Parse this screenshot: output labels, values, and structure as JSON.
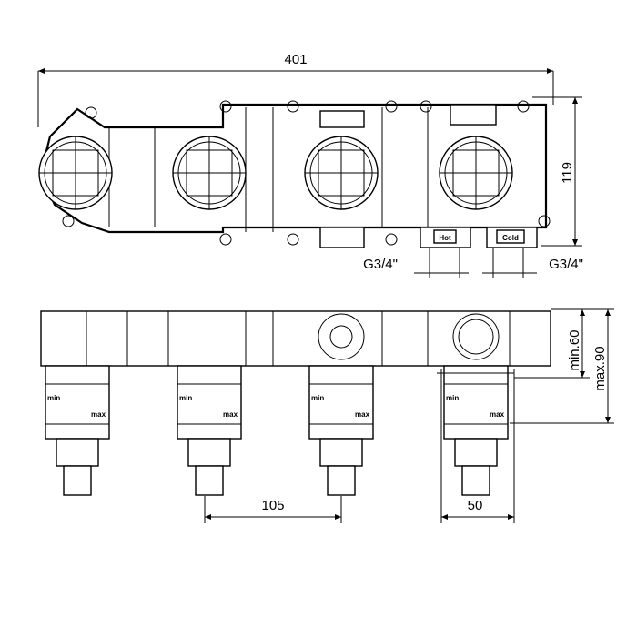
{
  "dimensions": {
    "overall_width": "401",
    "height_top": "119",
    "inlet_left": "G3/4\"",
    "inlet_right": "G3/4\"",
    "min_depth": "min.60",
    "max_depth": "max.90",
    "spacing": "105",
    "body_width": "50"
  },
  "labels": {
    "hot": "Hot",
    "cold": "Cold",
    "min": "min",
    "max": "max"
  }
}
